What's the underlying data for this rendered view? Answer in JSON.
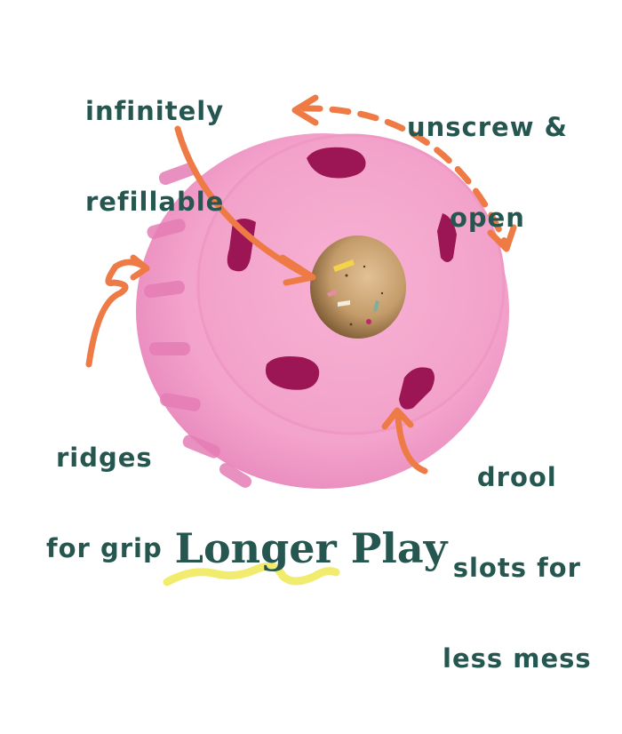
{
  "colors": {
    "text": "#255750",
    "arrow": "#EE7B45",
    "ball": "#F3A3CC",
    "ball_dark": "#E07BB0",
    "slot": "#9C1554",
    "treat": "#C49C6A",
    "squiggle": "#F2EC6E"
  },
  "callouts": {
    "refillable": {
      "lines": [
        "infinitely",
        "refillable"
      ]
    },
    "unscrew": {
      "lines": [
        "unscrew &",
        "open"
      ]
    },
    "ridges": {
      "lines": [
        "ridges",
        "for grip"
      ]
    },
    "drool": {
      "lines": [
        "drool",
        "slots for",
        "less mess"
      ]
    }
  },
  "title": "Longer Play",
  "product": {
    "name": "pink treat ball",
    "icons": [
      "refill-arrow-icon",
      "unscrew-dashed-arrow-icon",
      "ridges-arrow-icon",
      "drool-arrow-icon",
      "squiggle-underline-icon"
    ]
  }
}
